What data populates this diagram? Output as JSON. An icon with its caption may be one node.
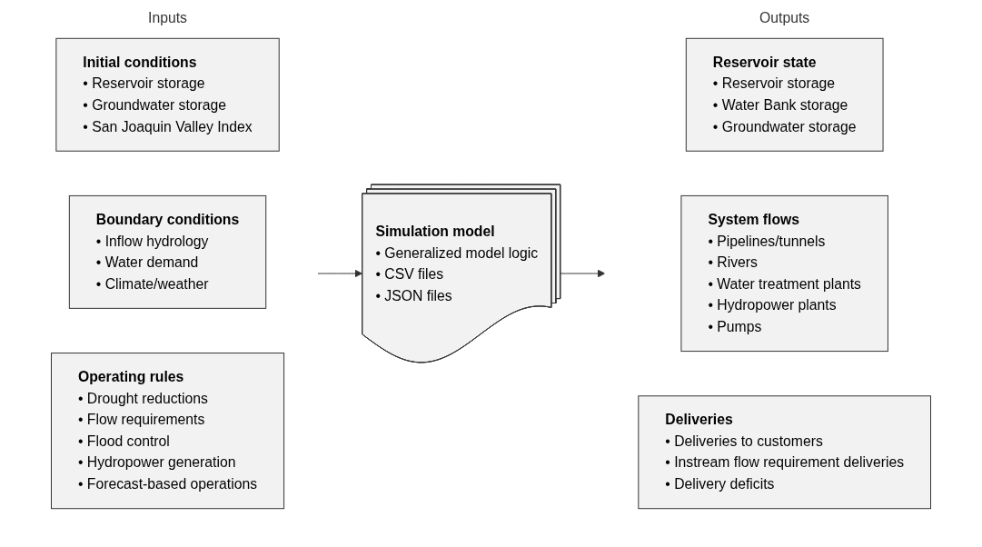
{
  "diagram": {
    "nodes": [
      {
        "text": [
          "Inputs"
        ]
      },
      {
        "text": [
          "Initial conditions",
          "• Reservoir storage",
          "• Groundwater storage",
          "• San Joaquin Valley Index"
        ],
        "in": 0
      },
      {
        "text": [
          "Boundary conditions",
          "• Inflow hydrology",
          "• Water demand",
          "• Climate/weather"
        ],
        "in": 0
      },
      {
        "text": [
          "Operating rules",
          "• Drought reductions",
          "• Flow requirements",
          "• Flood control",
          "• Hydropower generation",
          "• Forecast-based operations"
        ],
        "in": 0
      },
      {
        "text": [
          "Simulation model",
          "• Generalized model logic",
          "• CSV files",
          "• JSON files"
        ]
      },
      {
        "text": [
          "Outputs"
        ]
      },
      {
        "text": [
          "Reservoir state",
          "• Reservoir storage",
          "• Water Bank storage",
          "• Groundwater storage"
        ],
        "in": 5
      },
      {
        "text": [
          "System flows",
          "• Pipelines/tunnels",
          "• Rivers",
          "• Water treatment plants",
          "• Hydropower plants",
          "• Pumps"
        ],
        "in": 5
      },
      {
        "text": [
          "Deliveries",
          "• Deliveries to customers",
          "• Instream flow requirement deliveries",
          "• Delivery deficits"
        ],
        "in": 5
      }
    ],
    "edges": [
      {
        "from": 0,
        "to": 4,
        "arrow": "to"
      },
      {
        "from": 4,
        "to": 5,
        "arrow": "to"
      }
    ]
  }
}
